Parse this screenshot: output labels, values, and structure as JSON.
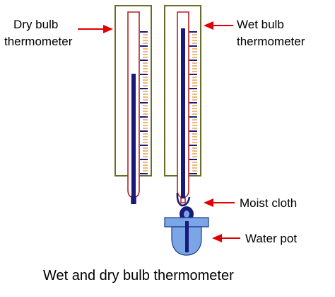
{
  "labels": {
    "dry_line1": "Dry bulb",
    "dry_line2": "thermometer",
    "wet_line1": "Wet bulb",
    "wet_line2": "thermometer",
    "moist_cloth": "Moist cloth",
    "water_pot": "Water pot"
  },
  "caption": "Wet and dry bulb thermometer",
  "colors": {
    "frame": "#6b6b2c",
    "frame_fill": "#ffffff",
    "glass": "#b22222",
    "mercury": "#1a1a7a",
    "scale_major": "#1a1a7a",
    "scale_minor": "#e08a2e",
    "arrow": "#e00000",
    "cloth": "#1a1a7a",
    "pot": "#7aa6e6",
    "pot_outline": "#1a3a8a"
  }
}
